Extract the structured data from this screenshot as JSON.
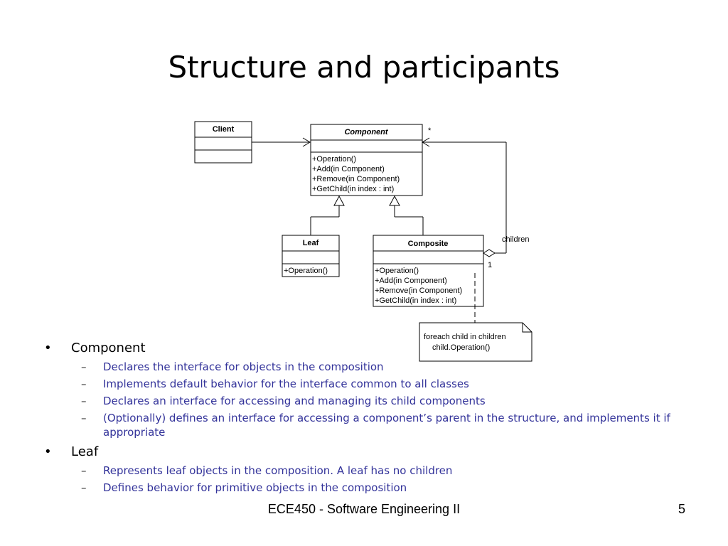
{
  "slide": {
    "title": "Structure and participants",
    "footer": "ECE450 - Software Engineering II",
    "page_number": "5"
  },
  "diagram": {
    "client": {
      "name": "Client"
    },
    "component": {
      "name": "Component",
      "multiplicity": "*",
      "operations": [
        "+Operation()",
        "+Add(in Component)",
        "+Remove(in Component)",
        "+GetChild(in index : int)"
      ]
    },
    "leaf": {
      "name": "Leaf",
      "operations": [
        "+Operation()"
      ]
    },
    "composite": {
      "name": "Composite",
      "multiplicity": "1",
      "operations": [
        "+Operation()",
        "+Add(in Component)",
        "+Remove(in Component)",
        "+GetChild(in index : int)"
      ]
    },
    "association_label": "children",
    "note": {
      "line1": "foreach child in children",
      "line2": "child.Operation()"
    }
  },
  "bullets": [
    {
      "label": "Component",
      "items": [
        "Declares the interface for objects in the composition",
        "Implements default behavior for the interface common to all classes",
        "Declares an interface for accessing and managing its child components",
        "(Optionally) defines an interface for accessing a component’s parent in the structure, and implements it if appropriate"
      ]
    },
    {
      "label": "Leaf",
      "items": [
        "Represents leaf objects in the composition. A leaf has no children",
        "Defines behavior for primitive objects in the composition"
      ]
    }
  ],
  "bullet_symbol": "•",
  "dash_symbol": "–"
}
